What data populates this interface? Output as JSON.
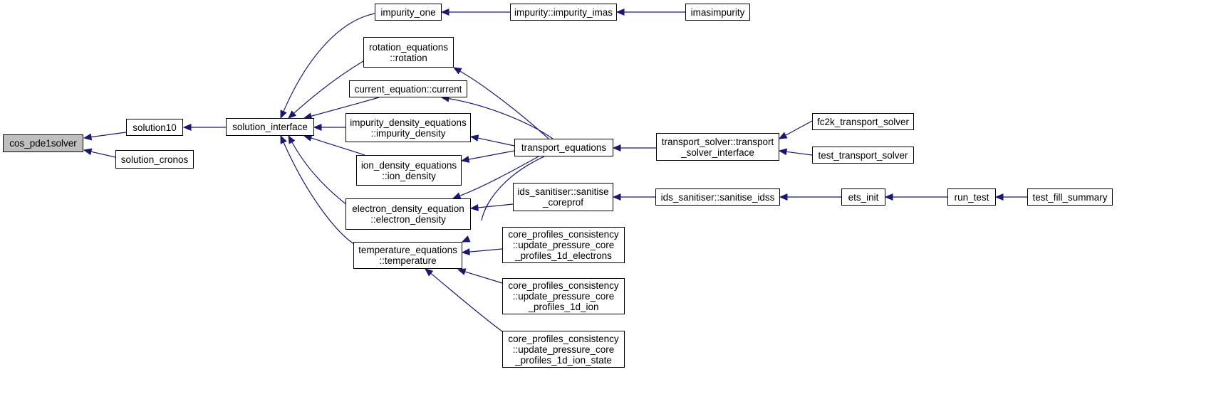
{
  "graph": {
    "edge_color": "#191970",
    "root_fill": "#bfbfbf",
    "node_fill": "#ffffff",
    "nodes": [
      {
        "id": "cos_pde1solver",
        "label": "cos_pde1solver",
        "root": true
      },
      {
        "id": "solution10",
        "label": "solution10"
      },
      {
        "id": "solution_cronos",
        "label": "solution_cronos"
      },
      {
        "id": "solution_interface",
        "label": "solution_interface"
      },
      {
        "id": "impurity_one",
        "label": "impurity_one"
      },
      {
        "id": "rotation",
        "label": "rotation_equations\n::rotation"
      },
      {
        "id": "current",
        "label": "current_equation::current"
      },
      {
        "id": "impurity_density",
        "label": "impurity_density_equations\n::impurity_density"
      },
      {
        "id": "ion_density",
        "label": "ion_density_equations\n::ion_density"
      },
      {
        "id": "electron_density",
        "label": "electron_density_equation\n::electron_density"
      },
      {
        "id": "temperature",
        "label": "temperature_equations\n::temperature"
      },
      {
        "id": "impurity_imas",
        "label": "impurity::impurity_imas"
      },
      {
        "id": "imasimpurity",
        "label": "imasimpurity"
      },
      {
        "id": "transport_equations",
        "label": "transport_equations"
      },
      {
        "id": "transport_solver_interface",
        "label": "transport_solver::transport\n_solver_interface"
      },
      {
        "id": "fc2k_transport_solver",
        "label": "fc2k_transport_solver"
      },
      {
        "id": "test_transport_solver",
        "label": "test_transport_solver"
      },
      {
        "id": "sanitise_coreprof",
        "label": "ids_sanitiser::sanitise\n_coreprof"
      },
      {
        "id": "sanitise_idss",
        "label": "ids_sanitiser::sanitise_idss"
      },
      {
        "id": "ets_init",
        "label": "ets_init"
      },
      {
        "id": "run_test",
        "label": "run_test"
      },
      {
        "id": "test_fill_summary",
        "label": "test_fill_summary"
      },
      {
        "id": "upc_electrons",
        "label": "core_profiles_consistency\n::update_pressure_core\n_profiles_1d_electrons"
      },
      {
        "id": "upc_ion",
        "label": "core_profiles_consistency\n::update_pressure_core\n_profiles_1d_ion"
      },
      {
        "id": "upc_ion_state",
        "label": "core_profiles_consistency\n::update_pressure_core\n_profiles_1d_ion_state"
      }
    ],
    "edges": [
      {
        "from": "solution10",
        "to": "cos_pde1solver"
      },
      {
        "from": "solution_cronos",
        "to": "cos_pde1solver"
      },
      {
        "from": "solution_interface",
        "to": "solution10"
      },
      {
        "from": "impurity_one",
        "to": "solution_interface"
      },
      {
        "from": "rotation",
        "to": "solution_interface"
      },
      {
        "from": "current",
        "to": "solution_interface"
      },
      {
        "from": "impurity_density",
        "to": "solution_interface"
      },
      {
        "from": "ion_density",
        "to": "solution_interface"
      },
      {
        "from": "electron_density",
        "to": "solution_interface"
      },
      {
        "from": "temperature",
        "to": "solution_interface"
      },
      {
        "from": "impurity_imas",
        "to": "impurity_one"
      },
      {
        "from": "imasimpurity",
        "to": "impurity_imas"
      },
      {
        "from": "transport_equations",
        "to": "rotation"
      },
      {
        "from": "transport_equations",
        "to": "current"
      },
      {
        "from": "transport_equations",
        "to": "impurity_density"
      },
      {
        "from": "transport_equations",
        "to": "ion_density"
      },
      {
        "from": "transport_equations",
        "to": "electron_density"
      },
      {
        "from": "transport_equations",
        "to": "temperature"
      },
      {
        "from": "sanitise_coreprof",
        "to": "electron_density"
      },
      {
        "from": "upc_electrons",
        "to": "temperature"
      },
      {
        "from": "upc_ion",
        "to": "temperature"
      },
      {
        "from": "upc_ion_state",
        "to": "temperature"
      },
      {
        "from": "transport_solver_interface",
        "to": "transport_equations"
      },
      {
        "from": "fc2k_transport_solver",
        "to": "transport_solver_interface"
      },
      {
        "from": "test_transport_solver",
        "to": "transport_solver_interface"
      },
      {
        "from": "sanitise_idss",
        "to": "sanitise_coreprof"
      },
      {
        "from": "ets_init",
        "to": "sanitise_idss"
      },
      {
        "from": "run_test",
        "to": "ets_init"
      },
      {
        "from": "test_fill_summary",
        "to": "run_test"
      }
    ]
  }
}
